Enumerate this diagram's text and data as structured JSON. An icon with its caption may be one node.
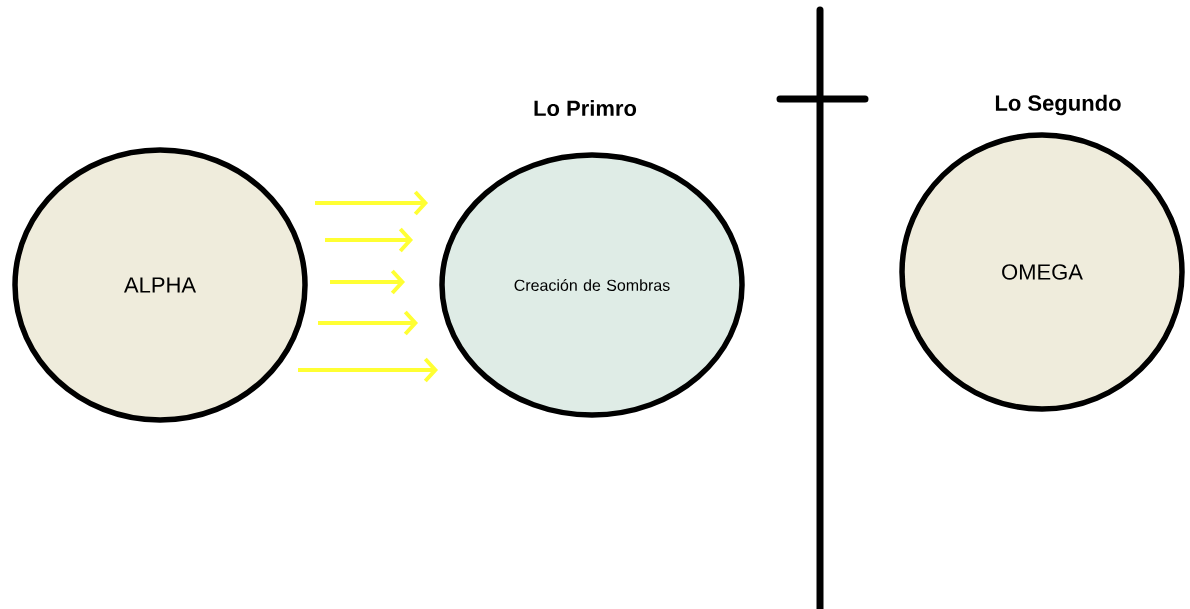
{
  "diagram": {
    "nodes": [
      {
        "text": [
          "ALPHA"
        ]
      },
      {
        "text": [
          "Lo Primro",
          "Creación de Sombras"
        ]
      },
      {
        "text": [
          "Lo Segundo",
          "OMEGA"
        ]
      }
    ],
    "edges": [
      {
        "from": 0,
        "to": 1,
        "arrow": "to",
        "color": "#ffff33"
      },
      {
        "from": 0,
        "to": 1,
        "arrow": "to",
        "color": "#ffff33"
      },
      {
        "from": 0,
        "to": 1,
        "arrow": "to",
        "color": "#ffff33"
      },
      {
        "from": 0,
        "to": 1,
        "arrow": "to",
        "color": "#ffff33"
      },
      {
        "from": 0,
        "to": 1,
        "arrow": "to",
        "color": "#ffff33"
      }
    ]
  }
}
